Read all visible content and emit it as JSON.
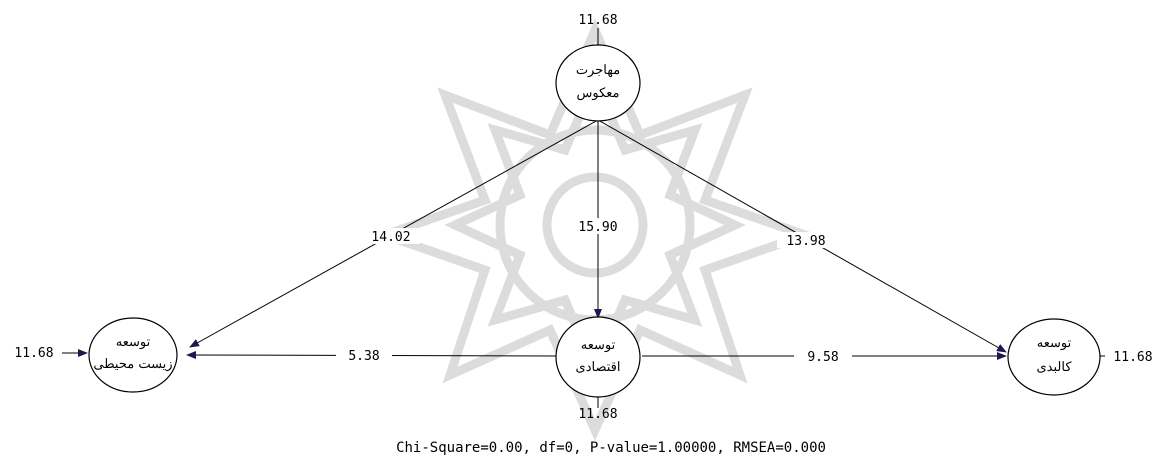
{
  "nodes": {
    "reverse_migration": {
      "line1": "مهاجرت",
      "line2": "معکوس",
      "error": "11.68"
    },
    "environmental_development": {
      "line1": "توسعه",
      "line2": "زیست محیطی",
      "error": "11.68"
    },
    "economic_development": {
      "line1": "توسعه",
      "line2": "اقتصادی",
      "error": "11.68"
    },
    "physical_development": {
      "line1": "توسعه",
      "line2": "کالبدی",
      "error": "11.68"
    }
  },
  "paths": {
    "migration_to_environmental": "14.02",
    "migration_to_economic": "15.90",
    "migration_to_physical": "13.98",
    "economic_to_environmental": "5.38",
    "economic_to_physical": "9.58"
  },
  "fit_statistics": "Chi-Square=0.00, df=0, P-value=1.00000, RMSEA=0.000",
  "colors": {
    "arrowhead": "#1a1a4e",
    "watermark": "#d9d9d9"
  }
}
